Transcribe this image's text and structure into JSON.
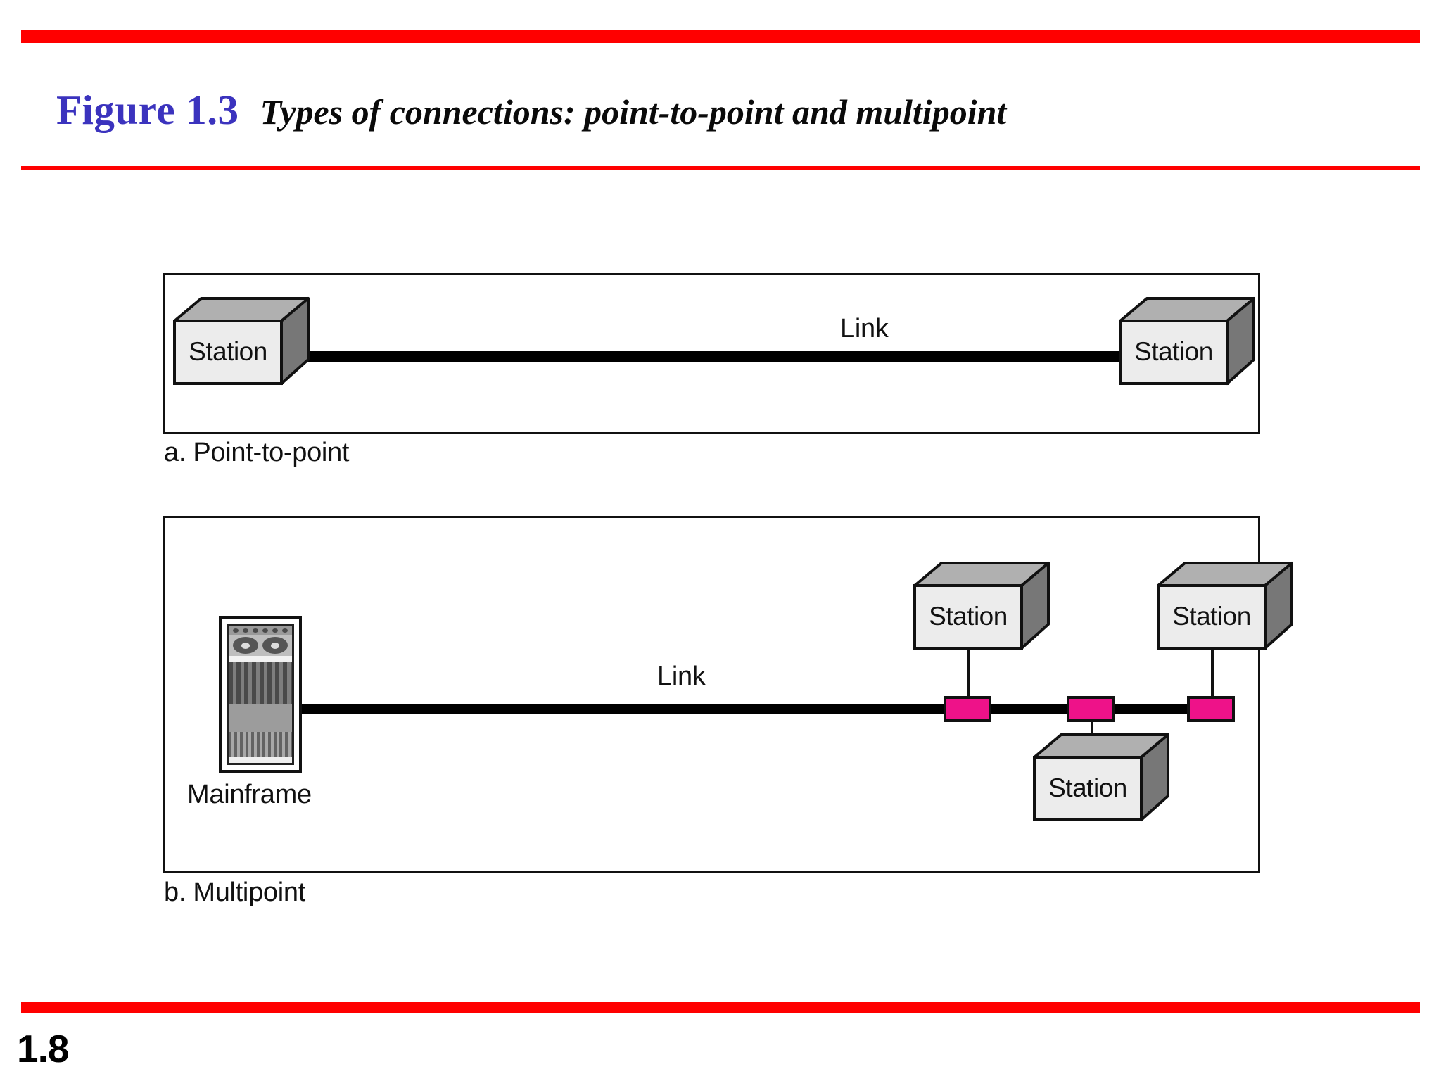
{
  "header": {
    "figure_label": "Figure 1.3",
    "figure_caption": "Types of connections: point-to-point and multipoint",
    "label_color": "#3B33BE",
    "rule_color": "#FF0000"
  },
  "page_number": "1.8",
  "colors": {
    "connector_pink": "#EE1289",
    "box_front": "#ECECEC",
    "box_top": "#B0B0B0",
    "box_side": "#777777",
    "outline": "#111111",
    "link_black": "#000000"
  },
  "panels": [
    {
      "id": "a",
      "caption": "a. Point-to-point",
      "link_label": "Link",
      "stations": [
        {
          "label": "Station",
          "position": "left"
        },
        {
          "label": "Station",
          "position": "right"
        }
      ]
    },
    {
      "id": "b",
      "caption": "b. Multipoint",
      "link_label": "Link",
      "mainframe_label": "Mainframe",
      "stations": [
        {
          "label": "Station",
          "position": "top-left"
        },
        {
          "label": "Station",
          "position": "bottom-center"
        },
        {
          "label": "Station",
          "position": "top-right"
        }
      ],
      "connector_count": 3
    }
  ]
}
